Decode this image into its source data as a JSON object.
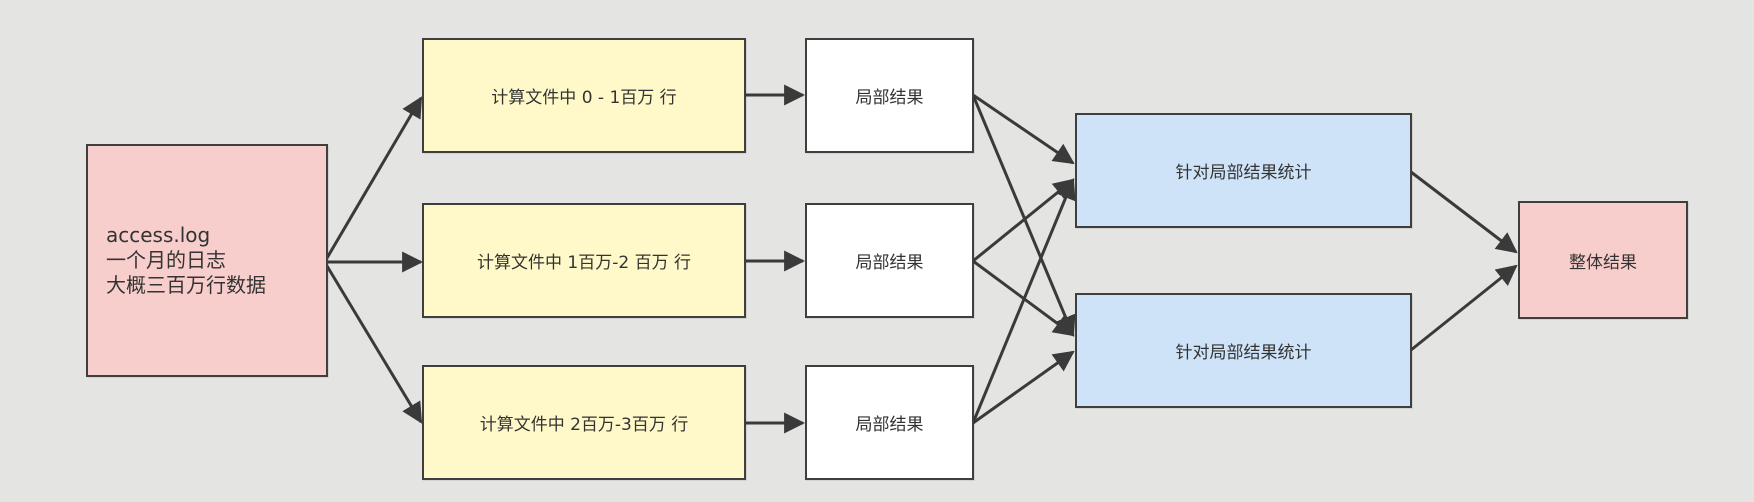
{
  "source": {
    "lines": [
      "access.log",
      "一个月的日志",
      "大概三百万行数据"
    ]
  },
  "compute": [
    {
      "label": "计算文件中 0 - 1百万 行"
    },
    {
      "label": "计算文件中 1百万-2 百万 行"
    },
    {
      "label": "计算文件中 2百万-3百万 行"
    }
  ],
  "partial": [
    {
      "label": "局部结果"
    },
    {
      "label": "局部结果"
    },
    {
      "label": "局部结果"
    }
  ],
  "stats": [
    {
      "label": "针对局部结果统计"
    },
    {
      "label": "针对局部结果统计"
    }
  ],
  "final": {
    "label": "整体结果"
  },
  "colors": {
    "background": "#e4e5e3",
    "source_fill": "#f8cecc",
    "compute_fill": "#fff9c9",
    "partial_fill": "#ffffff",
    "stats_fill": "#cfe3f8",
    "final_fill": "#f8cecc",
    "edge": "#3a3a3a"
  }
}
